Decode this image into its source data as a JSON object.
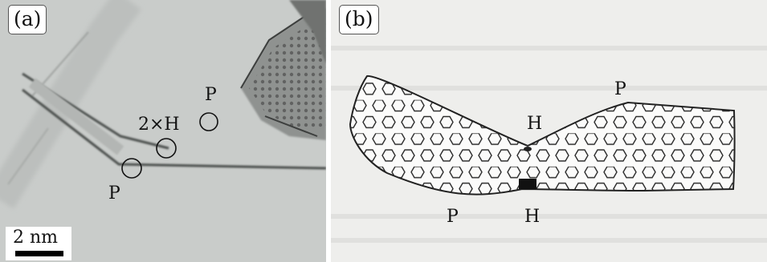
{
  "panel_a": {
    "tag": "(a)",
    "labels": {
      "top_p": "P",
      "two_h": "2×H",
      "bottom_p": "P"
    },
    "scale_bar_text": "2 nm"
  },
  "panel_b": {
    "tag": "(b)",
    "labels": {
      "top_right_p": "P",
      "inner_h": "H",
      "bottom_p": "P",
      "bottom_h": "H"
    }
  },
  "colors": {
    "micrograph_bg": "#c9ccca",
    "drawing_bg": "#eeeeec",
    "ink": "#111111"
  }
}
